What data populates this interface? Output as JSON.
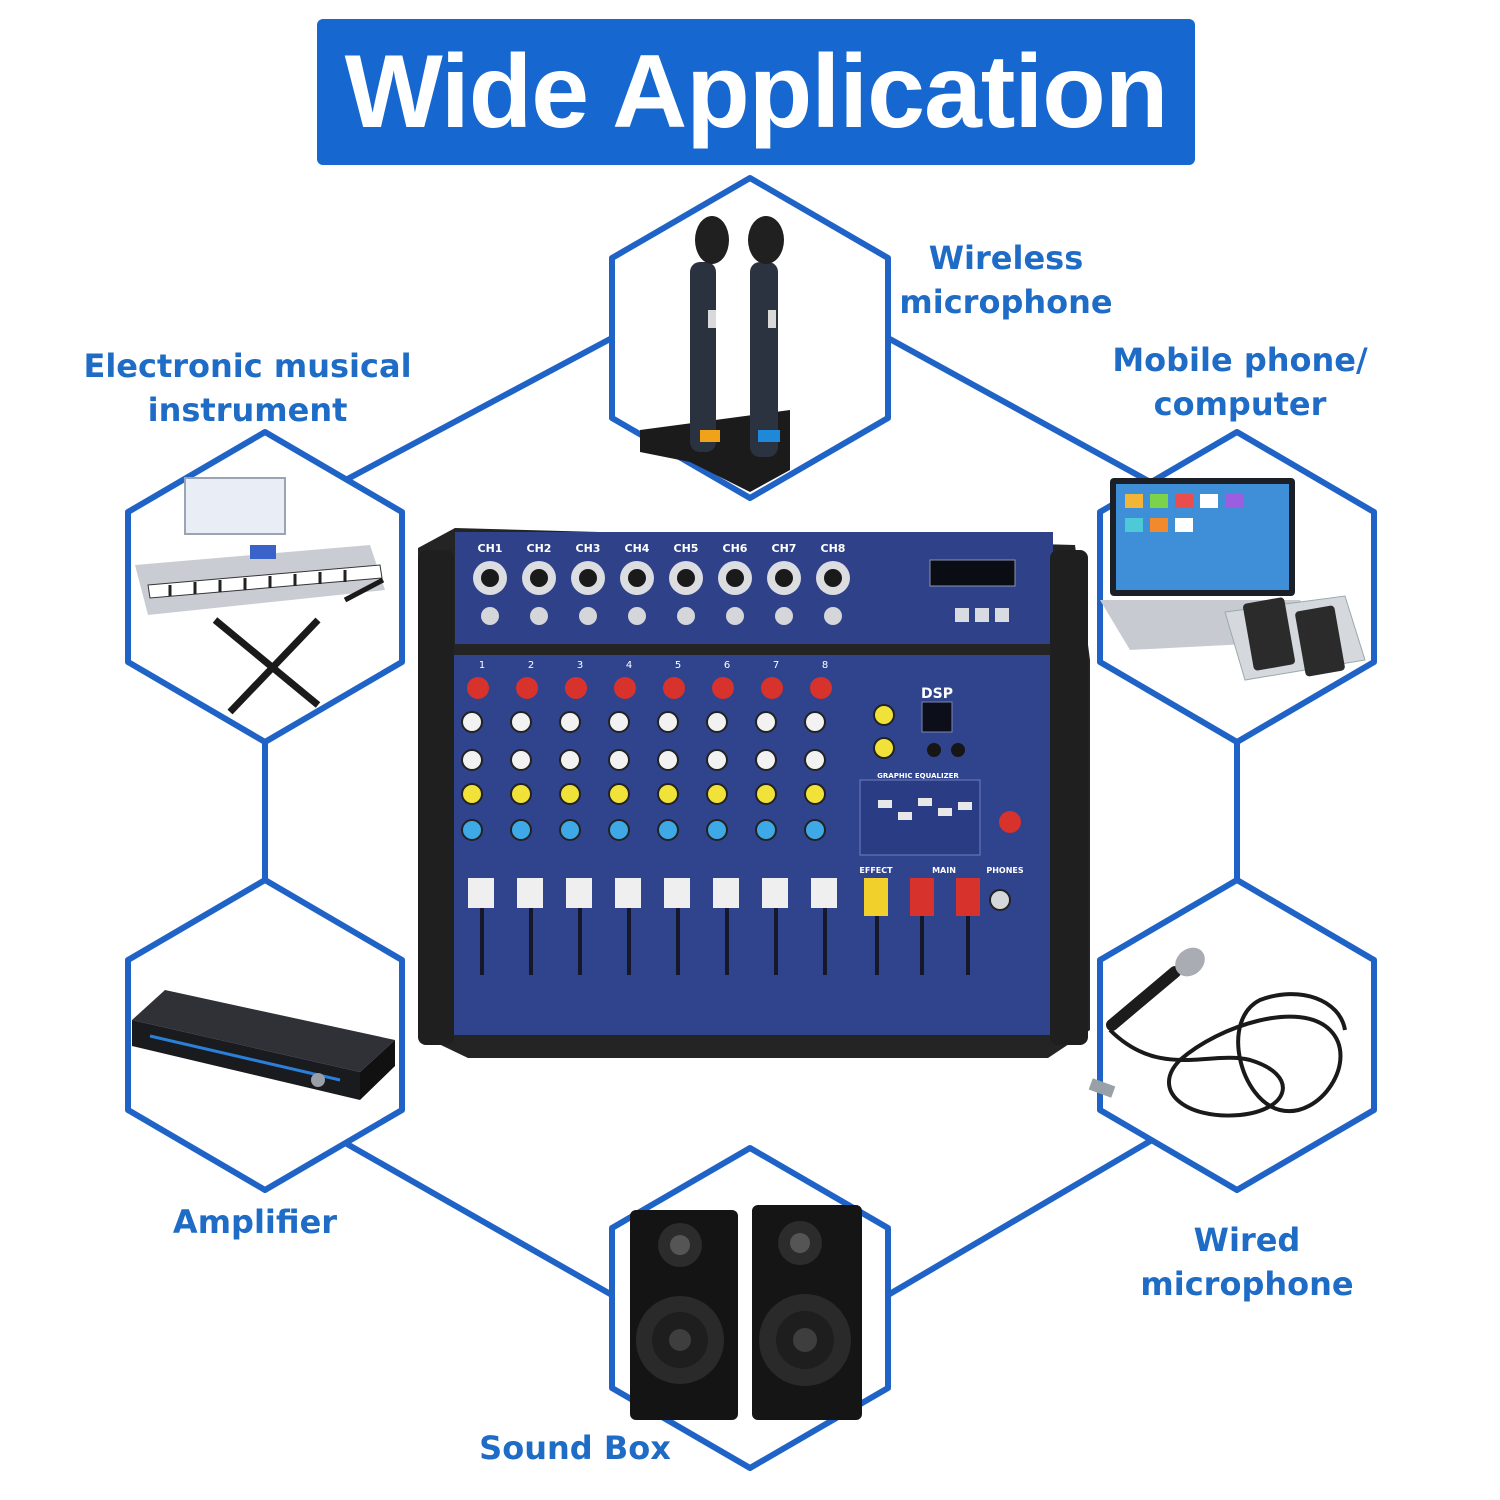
{
  "title": "Wide Application",
  "colors": {
    "banner": "#1667cf",
    "line": "#1f63c7",
    "label": "#1f6cc6",
    "mixer_body": "#2d3f86"
  },
  "applications": [
    {
      "id": "wireless-microphone",
      "label_lines": [
        "Wireless",
        "microphone"
      ]
    },
    {
      "id": "electronic-musical-instrument",
      "label_lines": [
        "Electronic musical",
        "instrument"
      ]
    },
    {
      "id": "mobile-phone-computer",
      "label_lines": [
        "Mobile phone/",
        "computer"
      ]
    },
    {
      "id": "amplifier",
      "label_lines": [
        "Amplifier"
      ]
    },
    {
      "id": "wired-microphone",
      "label_lines": [
        "Wired microphone"
      ]
    },
    {
      "id": "sound-box",
      "label_lines": [
        "Sound Box"
      ]
    }
  ],
  "mixer": {
    "input_labels": [
      "CH1",
      "CH2",
      "CH3",
      "CH4",
      "CH5",
      "CH6",
      "CH7",
      "CH8"
    ],
    "strip_numbers": [
      "1",
      "2",
      "3",
      "4",
      "5",
      "6",
      "7",
      "8"
    ],
    "master_labels": {
      "graphic_eq": "GRAPHIC EQUALIZER",
      "effect": "EFFECT",
      "main": "MAIN",
      "phones": "PHONES",
      "dsp": "DSP"
    }
  }
}
